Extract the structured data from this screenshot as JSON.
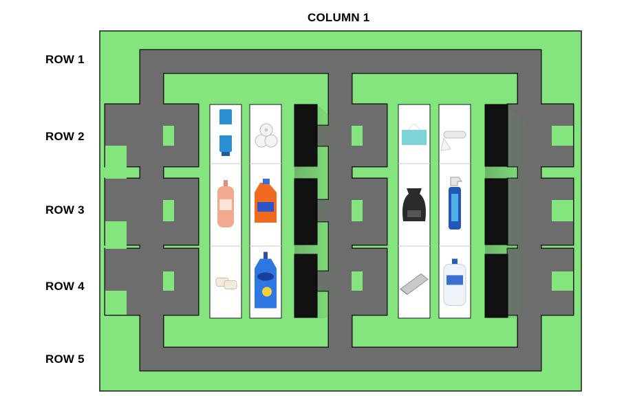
{
  "column_label": "COLUMN 1",
  "row_labels": [
    "ROW 1",
    "ROW 2",
    "ROW 3",
    "ROW 4",
    "ROW 5"
  ],
  "colors": {
    "floor": "#84e57e",
    "aisle": "#6d6d6d",
    "outline": "#1a1a1a",
    "wall_block": "#111111",
    "shelf": "#f2f2f2"
  },
  "shelves": [
    {
      "name": "shelf-1",
      "items": [
        {
          "name": "toothpaste",
          "icon": "toothpaste-icon"
        },
        {
          "name": "body-wash",
          "icon": "body-wash-bottle-icon"
        },
        {
          "name": "soap",
          "icon": "soap-bars-icon"
        }
      ]
    },
    {
      "name": "shelf-2",
      "items": [
        {
          "name": "toilet-paper",
          "icon": "toilet-paper-icon"
        },
        {
          "name": "laundry-detergent",
          "icon": "detergent-jug-icon"
        },
        {
          "name": "dish-soap",
          "icon": "dish-soap-bottle-icon"
        }
      ]
    },
    {
      "name": "shelf-3",
      "items": [
        {
          "name": "tissues",
          "icon": "tissue-box-icon"
        },
        {
          "name": "trash-bags",
          "icon": "trash-bag-icon"
        },
        {
          "name": "aluminum-foil",
          "icon": "foil-roll-icon"
        }
      ]
    },
    {
      "name": "shelf-4",
      "items": [
        {
          "name": "plastic-wrap",
          "icon": "plastic-wrap-icon"
        },
        {
          "name": "spray-cleaner",
          "icon": "spray-bottle-icon"
        },
        {
          "name": "hand-sanitizer",
          "icon": "sanitizer-bottle-icon"
        }
      ]
    }
  ]
}
